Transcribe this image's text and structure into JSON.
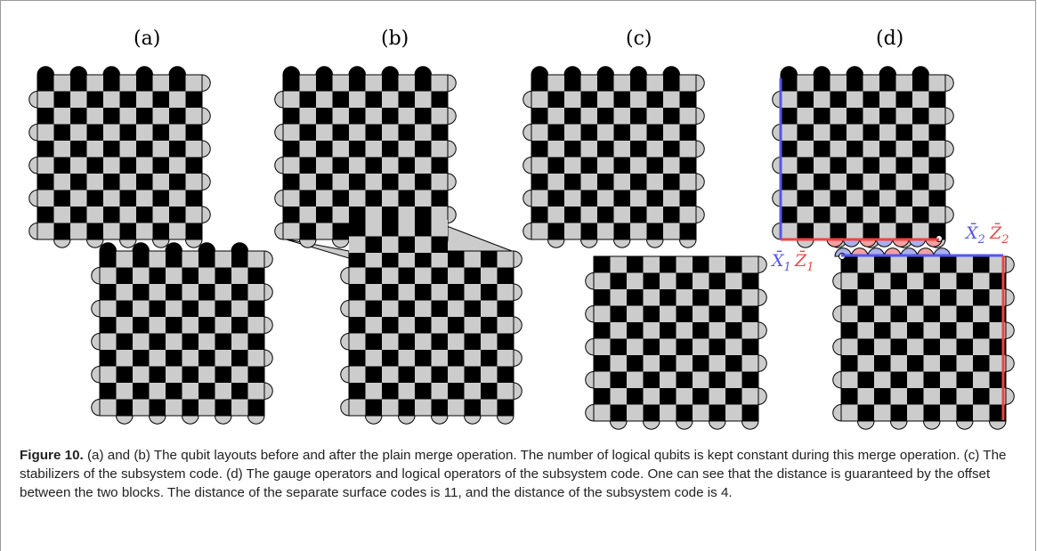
{
  "panels": [
    {
      "label": "(a)"
    },
    {
      "label": "(b)"
    },
    {
      "label": "(c)"
    },
    {
      "label": "(d)"
    }
  ],
  "operator_labels": {
    "x1": "X̄",
    "x1_sub": "1",
    "z1": "Z̄",
    "z1_sub": "1",
    "x2": "X̄",
    "x2_sub": "2",
    "z2": "Z̄",
    "z2_sub": "2"
  },
  "colors": {
    "dark_plaquette": "#000000",
    "light_plaquette": "#cccccc",
    "x_operator": "#5555ee",
    "z_operator": "#ee4444",
    "x_gauge": "#aab0ee",
    "z_gauge": "#f4a0a0"
  },
  "caption": {
    "figure_label": "Figure 10.",
    "text": "(a) and (b) The qubit layouts before and after the plain merge operation. The number of logical qubits is kept constant during this merge operation. (c) The stabilizers of the subsystem code. (d) The gauge operators and logical operators of the subsystem code. One can see that the distance is guaranteed by the offset between the two blocks. The distance of the separate surface codes is 11, and the distance of the subsystem code is 4."
  }
}
